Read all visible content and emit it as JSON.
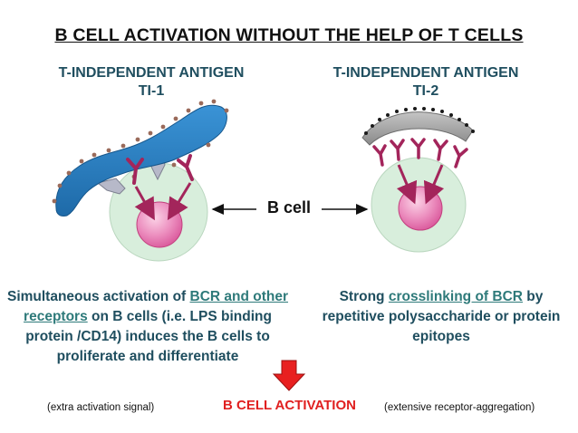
{
  "title": "B CELL ACTIVATION WITHOUT THE HELP OF T CELLS",
  "ti1": {
    "heading_line1": "T-INDEPENDENT ANTIGEN",
    "heading_line2": "TI-1"
  },
  "ti2": {
    "heading_line1": "T-INDEPENDENT ANTIGEN",
    "heading_line2": "TI-2"
  },
  "bcell_label": "B cell",
  "left_description": {
    "part1": "Simultaneous activation of ",
    "link1": "BCR and other receptors",
    "part2": " on B cells (i.e. LPS binding protein /CD14) induces the B cells to proliferate and differentiate"
  },
  "right_description": {
    "part1": "Strong ",
    "link1": "crosslinking of  BCR",
    "part2": " by repetitive polysaccharide or protein epitopes"
  },
  "note_left": "(extra activation signal)",
  "activation_label": "B CELL ACTIVATION",
  "note_right": "(extensive receptor-aggregation)",
  "colors": {
    "antigen_blue": "#2a7fc1",
    "antigen_gray": "#a0a0a0",
    "receptor": "#a3255b",
    "cell_outer": "#d8eedc",
    "cell_nucleus": "#e97fb2",
    "heading": "#1f4e5f",
    "activation": "#e02020"
  }
}
